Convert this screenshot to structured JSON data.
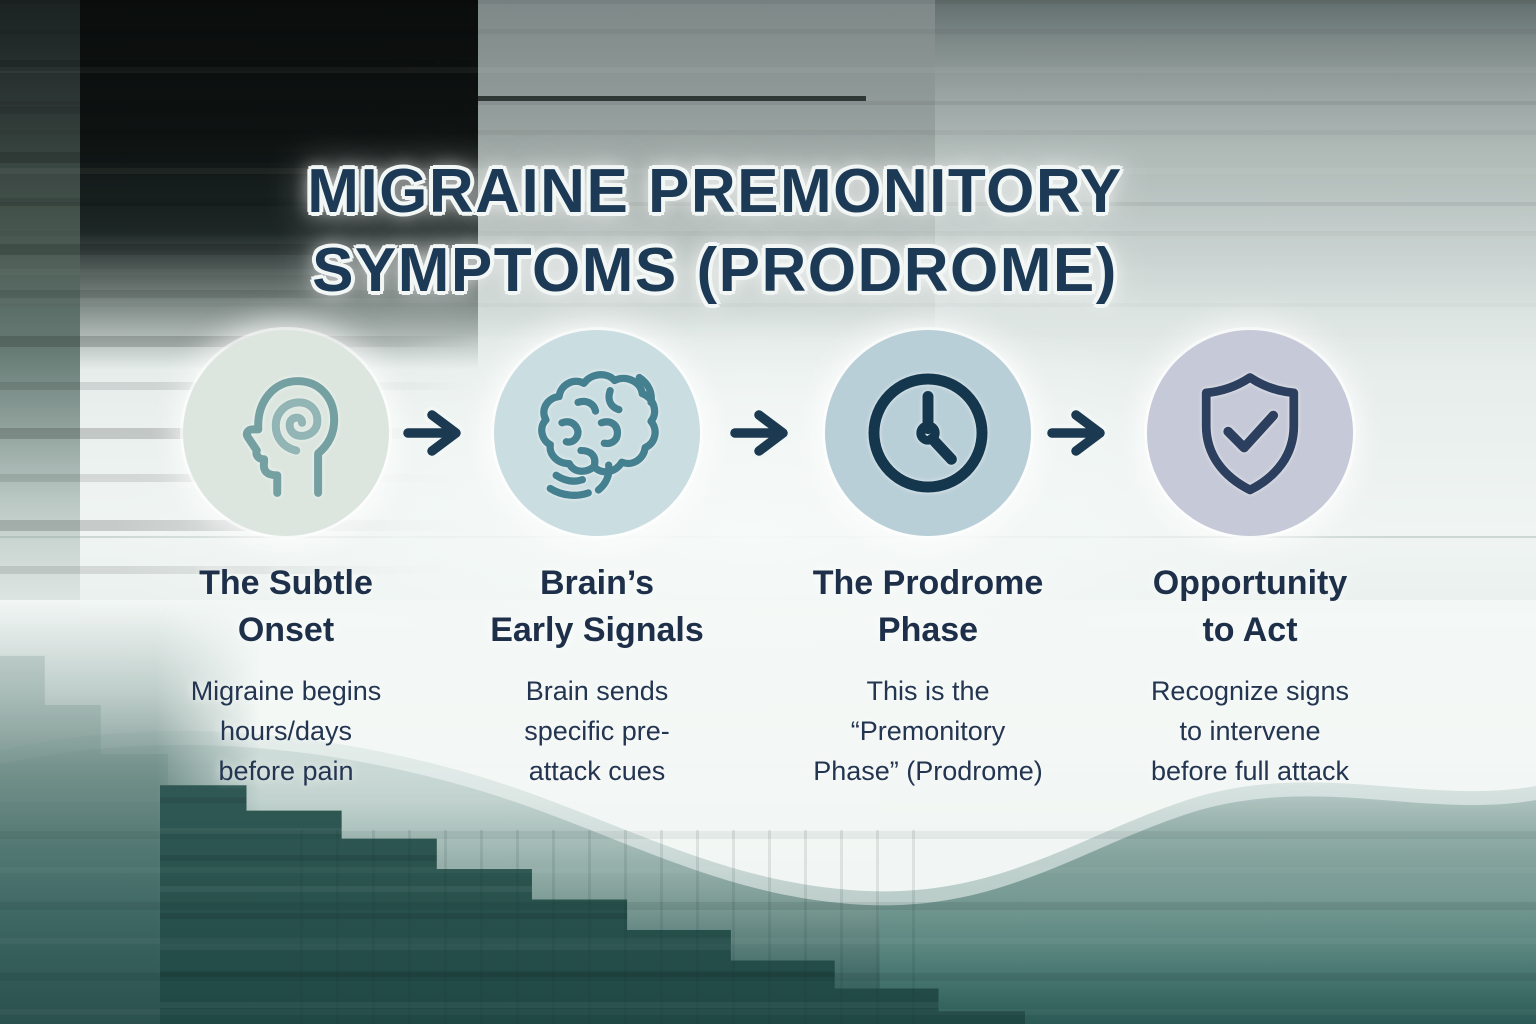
{
  "title": {
    "lines": [
      "MIGRAINE PREMONITORY",
      "SYMPTOMS (PRODROME)"
    ]
  },
  "steps": [
    {
      "id": "subtle-onset",
      "icon": "head-spiral-icon",
      "heading": [
        "The Subtle",
        "Onset"
      ],
      "description": [
        "Migraine begins",
        "hours/days",
        "before pain"
      ],
      "circle_color": "#dce6df",
      "icon_color": "#74a0a2",
      "icon_accent_color": "#9cbcb8"
    },
    {
      "id": "brains-early-signals",
      "icon": "brain-icon",
      "heading": [
        "Brain’s",
        "Early Signals"
      ],
      "description": [
        "Brain sends",
        "specific pre-",
        "attack cues"
      ],
      "circle_color": "#cadde1",
      "icon_color": "#44808f",
      "icon_accent_color": "#44808f"
    },
    {
      "id": "prodrome-phase",
      "icon": "clock-icon",
      "heading": [
        "The Prodrome",
        "Phase"
      ],
      "description": [
        "This is the",
        "“Premonitory",
        "Phase” (Prodrome)"
      ],
      "circle_color": "#b9cfd8",
      "icon_color": "#15374d",
      "icon_accent_color": "#15374d"
    },
    {
      "id": "opportunity-to-act",
      "icon": "shield-check-icon",
      "heading": [
        "Opportunity",
        "to Act"
      ],
      "description": [
        "Recognize signs",
        "to intervene",
        "before full attack"
      ],
      "circle_color": "#c6c9d7",
      "icon_color": "#2c3f5e",
      "icon_accent_color": "#2c3f5e"
    }
  ],
  "arrows": {
    "icon": "arrow-right-icon",
    "color": "#1b3a52",
    "count": 3
  },
  "colors": {
    "title_text": "#1c3a55",
    "heading_text": "#1e3049",
    "body_text": "#233550",
    "background_light": "#f0f5f3",
    "background_dark_teal": "#173e3d",
    "background_dark_glitch": "#0a0d0c"
  }
}
